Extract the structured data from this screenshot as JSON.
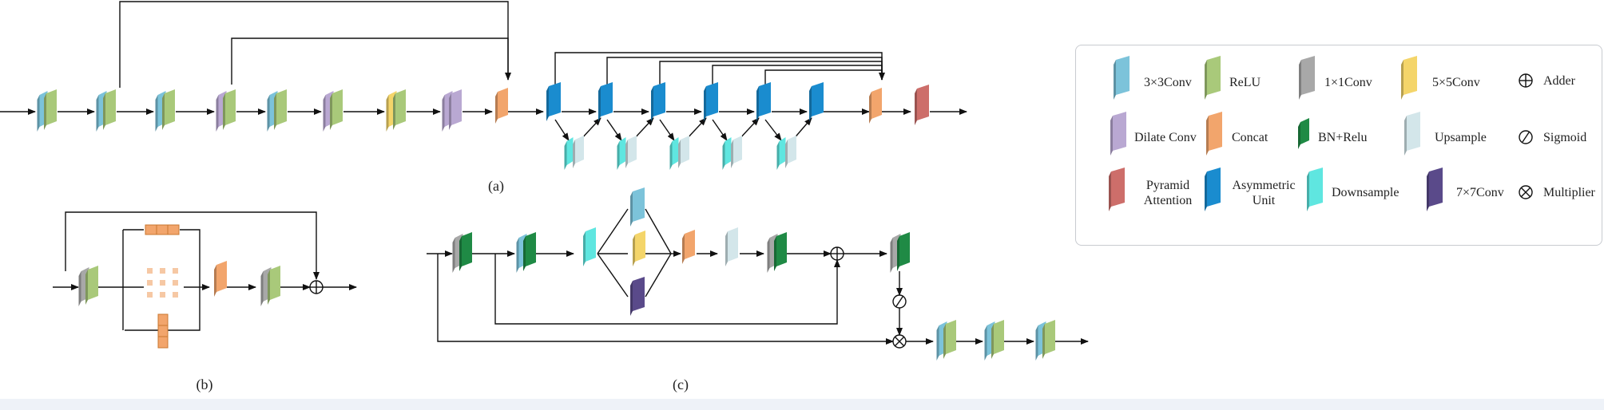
{
  "captions": {
    "a": "(a)",
    "b": "(b)",
    "c": "(c)"
  },
  "legend": [
    {
      "key": "conv3",
      "label": "3×3Conv",
      "color": "#7cc3da"
    },
    {
      "key": "relu",
      "label": "ReLU",
      "color": "#a9c97a"
    },
    {
      "key": "conv1",
      "label": "1×1Conv",
      "color": "#a8a8a8"
    },
    {
      "key": "conv5",
      "label": "5×5Conv",
      "color": "#f4d56a"
    },
    {
      "key": "adder",
      "label": "Adder"
    },
    {
      "key": "dilate",
      "label": "Dilate Conv",
      "color": "#b9a8d2"
    },
    {
      "key": "concat",
      "label": "Concat",
      "color": "#f2a56c"
    },
    {
      "key": "bnrelu",
      "label": "BN+Relu",
      "color": "#1f8a45"
    },
    {
      "key": "upsample",
      "label": "Upsample",
      "color": "#d3e6ea"
    },
    {
      "key": "sigmoid",
      "label": "Sigmoid"
    },
    {
      "key": "pyramid",
      "label": "Pyramid\nAttention",
      "color": "#cd6e6a"
    },
    {
      "key": "asym",
      "label": "Asymmetric\nUnit",
      "color": "#1a8ccf"
    },
    {
      "key": "downsample",
      "label": "Downsample",
      "color": "#5fe6e0"
    },
    {
      "key": "conv7",
      "label": "7×7Conv",
      "color": "#5a4a8a"
    },
    {
      "key": "multiplier",
      "label": "Multiplier"
    }
  ]
}
